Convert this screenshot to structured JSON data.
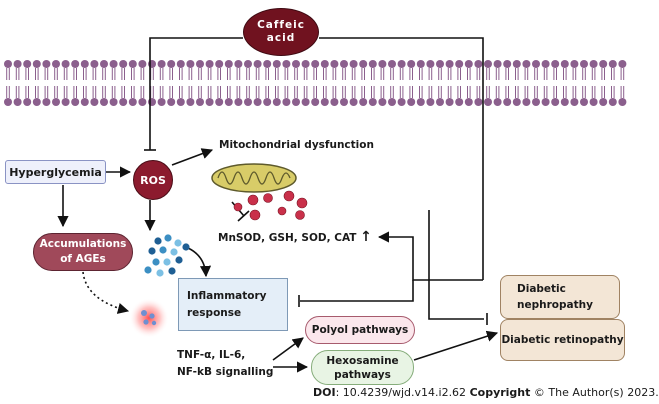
{
  "nodes": {
    "caffeic_acid": [
      "Caffeic",
      "acid"
    ],
    "hyperglycemia": "Hyperglycemia",
    "ros": "ROS",
    "ages": [
      "Accumulations",
      "of AGEs"
    ],
    "mito_dysfunction": "Mitochondrial dysfunction",
    "antioxidants": "MnSOD, GSH, SOD, CAT",
    "antioxidants_arrow": "↑",
    "inflammatory": [
      "Inflammatory",
      "response"
    ],
    "cytokines": [
      "TNF-α, IL-6,",
      "NF-kB signalling"
    ],
    "polyol": "Polyol pathways",
    "hexosamine": [
      "Hexosamine",
      "pathways"
    ],
    "nephropathy": [
      "Diabetic",
      "nephropathy"
    ],
    "retinopathy": "Diabetic retinopathy"
  },
  "citation": {
    "doi_label": "DOI",
    "doi_value": ": 10.4239/wjd.v14.i2.62 ",
    "copyright_label": "Copyright",
    "copyright_value": " © The Author(s) 2023."
  },
  "colors": {
    "membrane_lipid": "#8b5f8d",
    "ros": "#8c1b2e",
    "caffeic_acid": "#70121f",
    "ages": "#a0495a",
    "mitochondrion": "#d8cc68",
    "droplet": "#c9304a",
    "blue_particles": "#3c8fc3"
  }
}
